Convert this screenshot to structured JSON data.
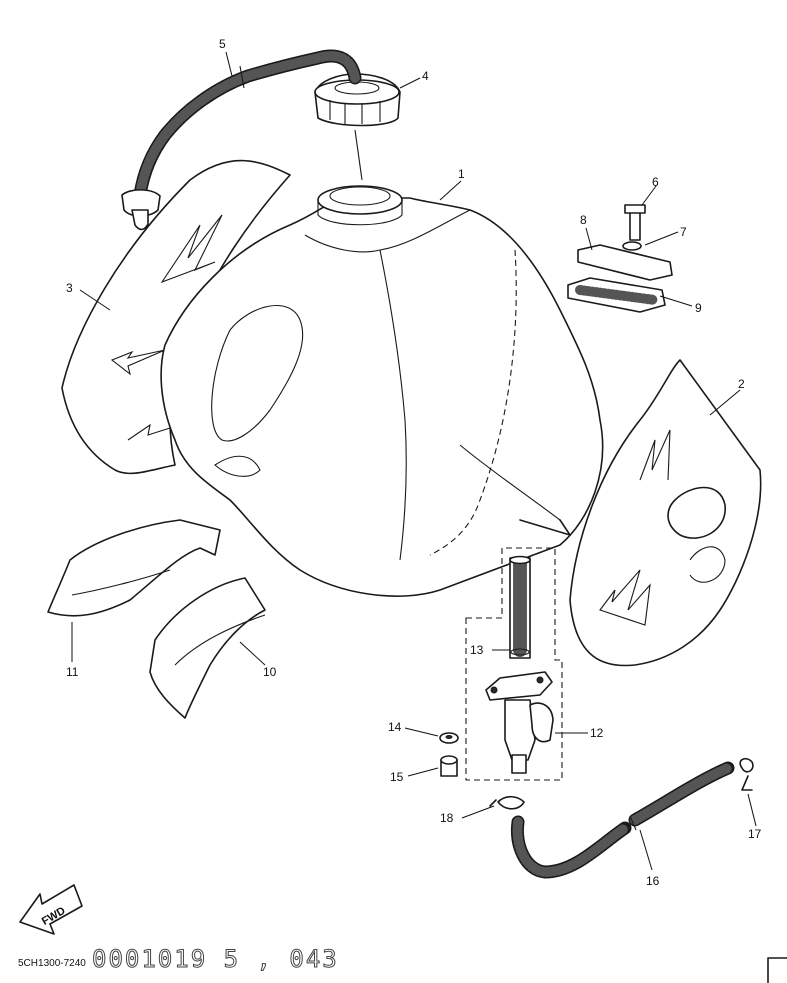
{
  "diagram": {
    "callouts": [
      {
        "id": "c1",
        "text": "1"
      },
      {
        "id": "c2",
        "text": "2"
      },
      {
        "id": "c3",
        "text": "3"
      },
      {
        "id": "c4",
        "text": "4"
      },
      {
        "id": "c5",
        "text": "5"
      },
      {
        "id": "c6",
        "text": "6"
      },
      {
        "id": "c7",
        "text": "7"
      },
      {
        "id": "c8",
        "text": "8"
      },
      {
        "id": "c9",
        "text": "9"
      },
      {
        "id": "c10",
        "text": "10"
      },
      {
        "id": "c11",
        "text": "11"
      },
      {
        "id": "c12",
        "text": "12"
      },
      {
        "id": "c13",
        "text": "13"
      },
      {
        "id": "c14",
        "text": "14"
      },
      {
        "id": "c15",
        "text": "15"
      },
      {
        "id": "c16",
        "text": "16"
      },
      {
        "id": "c17",
        "text": "17"
      },
      {
        "id": "c18",
        "text": "18"
      }
    ],
    "fwd_label": "FWD",
    "drawing_code": "5CH1300-7240",
    "stamp": "0001019 5 , 043"
  }
}
